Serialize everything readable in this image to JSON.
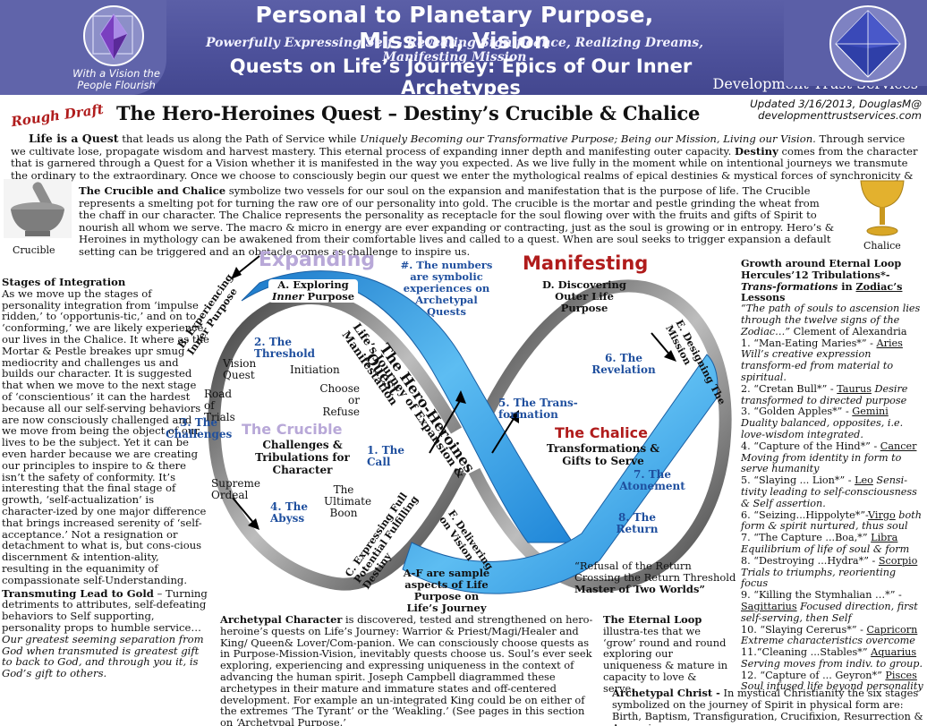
{
  "header": {
    "title": "Personal to Planetary Purpose, Mission, Vision",
    "subtitle": "Powerfully Expressing Self - Revealing Significance, Realizing Dreams, Manifesting Mission",
    "quests": "Quests on Life’s Journey: Epics of Our Inner Archetypes",
    "org": "Development Trust Services",
    "logo_left_caption": "With a Vision the People Flourish",
    "colors": {
      "banner": "#4d519b",
      "accent_red": "#b01c1c",
      "accent_blue": "#1f4f9e",
      "loop_blue": "#3ea7e6"
    }
  },
  "draft_label": "Rough Draft",
  "doc_title": "The Hero-Heroines Quest – Destiny’s Crucible & Chalice",
  "updated": {
    "line1": "Updated 3/16/2013, DouglasM@",
    "line2": "developmenttrustservices.com"
  },
  "intro": {
    "lead": "Life is a Quest",
    "p1": " that leads us along the Path of Service while ",
    "p1_ital": "Uniquely Becoming our Transformative Purpose; Being our Mission, Living our Vision.",
    "p2": " Through service we cultivate lose, propagate wisdom and harvest mastery. This eternal process of expanding inner depth and manifesting outer capacity. ",
    "destiny": "Destiny",
    "p3": " comes from the character that is garnered through a Quest for a Vision whether it is manifested in the way you expected. As we live fully in the moment while on intentional journeys we transmute the ordinary to the extraordinary. Once we choose to consciously begin our quest we enter the mythological realms of epical destinies & mystical forces of synchronicity & serendipity."
  },
  "crucible_para": {
    "lead": "The Crucible and Chalice",
    "text": " symbolize two vessels for our soul on the expansion and manifestation that is the purpose of life. The Crucible represents a smelting pot for turning the raw ore of our personality into gold. The crucible is the mortar and pestle grinding the wheat from the chaff in our character. The Chalice represents the personality as receptacle for the soul flowing over with the fruits and gifts of Spirit to nourish all whom we serve. The macro & micro in energy are ever expanding or contracting, just as the soul is growing or in entropy. Hero’s & Heroines in mythology can be awakened from their comfortable lives and called to a quest. When are soul seeks to trigger expansion a default setting can be triggered and an obstacle comes as challenge to inspire us.",
    "crucible_caption": "Crucible",
    "chalice_caption": "Chalice"
  },
  "left_col": {
    "title": "Stages of Integration",
    "text": "As we move up the stages of personality integration from ‘impulse ridden,’ to ‘opportunis-tic,’ and on to ‘conforming,’ we are likely experience our lives in the Chalice. It where as the Mortar & Pestle breakes upr smug mediocrity and challenges us and builds our character. It is suggested that when we move to the next stage of ‘conscientious’ it can the hardest because all our self-serving behaviors are now consciously challenged and we move from being the object of our lives to be the subject. Yet it can be even harder because we are creating our principles to inspire to & there isn’t the safety of conformity. It’s interesting that the final stage of growth, ‘self-actualization’ is character-ized by one major difference that brings increased serenity of ‘self-acceptance.’ Not a resignation or detachment to what is, but cons-cious discernment & intention-ality, resulting in the equanimity of compassionate self-Understanding.",
    "lead2": "Transmuting Lead to Gold",
    "text2": " – Turning detriments to attributes, self-defeating behaviors to Self supporting, personality props to humble service… ",
    "ital2": "Our greatest seeming separation from God when transmuted is greatest gift to back to God, and through you it, is God’s gift to others."
  },
  "diagram": {
    "expanding": "Expanding",
    "manifesting": "Manifesting",
    "a_label": "A. Exploring",
    "a_ital": "Inner",
    "a_rest": " Purpose",
    "d_label": "D. Discovering",
    "d_rest": "Outer Life Purpose",
    "note_numbers": "#. The numbers are symbolic experiences on Archetypal Quests",
    "b_label": "B. Experiencing Inner Purpose",
    "e_label": "E. Designing The Mission",
    "c_label": "C. Expressing Full Potential Fulfilling Destiny",
    "f_label": "F. Delivering on Vision",
    "loop_text1": "The Hero-Heroines Quest",
    "loop_text2": "Life’s Journey of Expansion & Manifestation",
    "stage2": "2. The Threshold",
    "initiation": "Initiation",
    "vision_quest": "Vision Quest",
    "road_trials": "Road of Trials",
    "choose_refuse": "Choose or Refuse",
    "stage3": "3. The Challenges",
    "crucible_title": "The Crucible",
    "crucible_sub": "Challenges & Tribulations for Character",
    "stage1": "1. The Call",
    "supreme_ordeal": "Supreme Ordeal",
    "ultimate_boon": "The Ultimate Boon",
    "stage4": "4. The Abyss",
    "stage5": "5. The Trans-formation",
    "stage6": "6. The Revelation",
    "chalice_title": "The Chalice",
    "chalice_sub": "Transformations & Gifts to Serve",
    "stage7": "7. The Atonement",
    "stage8": "8. The Return",
    "refusal": "“Refusal of the Return Crossing the Return Threshold",
    "master": "Master of Two Worlds”",
    "af_note": "A-F are sample aspects of Life Purpose on Life’s Journey"
  },
  "archetypal": {
    "lead": "Archetypal Character",
    "text": " is discovered, tested and strengthened on hero-heroine’s quests on Life’s Journey: Warrior & Priest/Magi/Healer and King/ Queen& Lover/Com-panion. We can consciously choose quests as in Purpose-Mission-Vision, inevitably quests choose us. Soul’s ever seek exploring, experiencing and expressing uniqueness in the context of advancing the human spirit. Joseph Campbell diagrammed these archetypes in their mature and immature states and off-centered development. For example an un-integrated King could be on either of the extremes ‘The Tyrant’ or the ‘Weakling.’ (See pages in this section on ‘Archetypal Purpose.’"
  },
  "eternal_loop": {
    "lead": "The Eternal Loop",
    "text": " illustra-tes that we ‘grow’ round and round exploring our uniqueness & mature in capacity to love & serve."
  },
  "right_col": {
    "title": "Growth around Eternal Loop",
    "sub1": "Hercules’12 Tribulations*- ",
    "sub1_ital": "Trans-formations",
    "sub1_in": " in ",
    "sub1_link": "Zodiac’s",
    "sub1_end": " Lessons",
    "quote": "“The path of souls to ascension lies through the twelve signs of the Zodiac…”",
    "quote_by": " Clement of Alexandria",
    "items": [
      {
        "n": "1. “Man-Eating Maries*” - ",
        "sign": "Aries",
        "desc": "Will’s creative expression transform-ed from material to spiritual."
      },
      {
        "n": "2. “Cretan Bull*” - ",
        "sign": "Taurus",
        "desc": "Desire transformed to directed purpose"
      },
      {
        "n": "3. “Golden Apples*” - ",
        "sign": "Gemini",
        "desc": "Duality balanced, opposites, i.e. love-wisdom integrated."
      },
      {
        "n": "4. “Capture of the Hind*” - ",
        "sign": "Cancer",
        "desc": "Moving from identity in form to serve humanity"
      },
      {
        "n": "5. “Slaying ... Lion*” - ",
        "sign": "Leo",
        "desc": "Sensi-tivity leading to self-consciousness & Self assertion."
      },
      {
        "n": "6. “Seizing...Hippolyte*”-",
        "sign": "Virgo",
        "desc": "both form & spirit nurtured, thus soul"
      },
      {
        "n": "7. “The Capture ...Boa,*” ",
        "sign": "Libra",
        "desc": "Equilibrium of life of soul & form"
      },
      {
        "n": "8. “Destroying ...Hydra*” - ",
        "sign": "Scorpio",
        "desc": "Trials to triumphs, reorienting focus"
      },
      {
        "n": "9. “Killing the Stymhalian …*” - ",
        "sign": "Sagittarius",
        "desc": "Focused direction, first self-serving, then Self"
      },
      {
        "n": "10. “Slaying Cererus*” - ",
        "sign": "Capricorn",
        "desc": "Extreme characteristics overcome"
      },
      {
        "n": "11.“Cleaning ...Stables*” ",
        "sign": "Aquarius",
        "desc": "Serving moves from indiv. to group."
      },
      {
        "n": "12. “Capture of ... Geyron*” ",
        "sign": "Pisces",
        "desc": "Soul infused life beyond personality"
      }
    ]
  },
  "christ": {
    "lead": "Archetypal Christ -",
    "text": " In mystical Christianity the six stages symbolized on the journey of Spirit in physical form are: Birth, Baptism, Transfiguration, Crucifixion, Resurrection & Ascension"
  }
}
